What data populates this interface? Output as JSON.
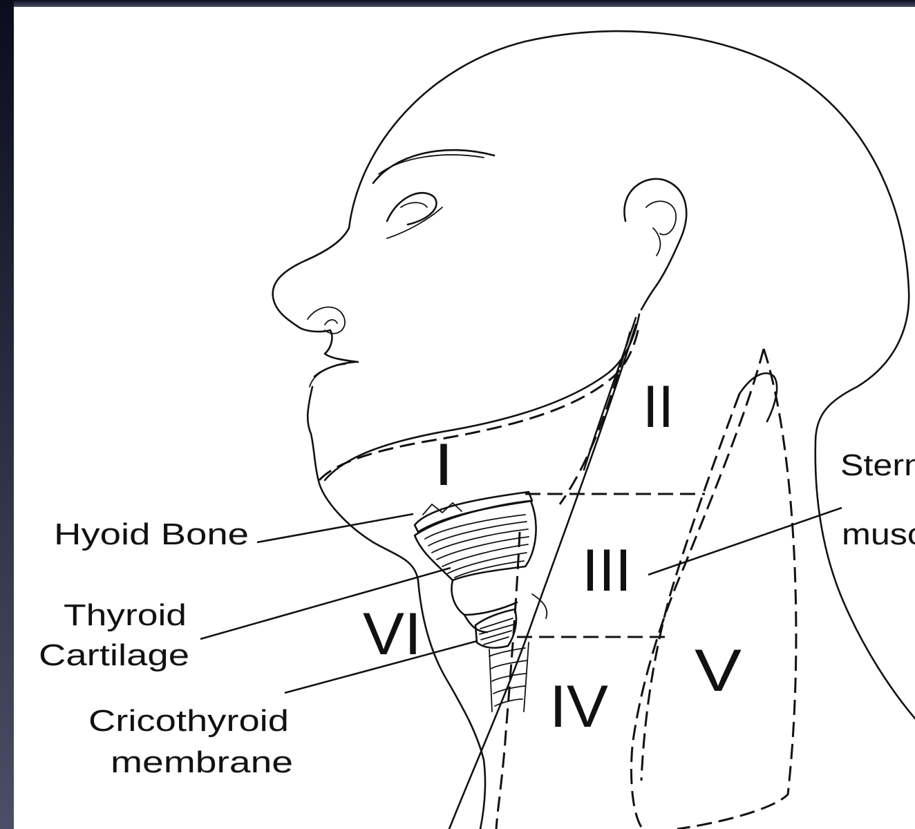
{
  "labels": {
    "hyoid_bone": "Hyoid Bone",
    "thyroid_cartilage_line1": "Thyroid",
    "thyroid_cartilage_line2": "Cartilage",
    "cricothyroid_line1": "Cricothyroid",
    "cricothyroid_line2": "membrane",
    "sternocleidomastoid_line1": "Stern",
    "sternocleidomastoid_line2": "musc"
  },
  "regions": {
    "level_1": "I",
    "level_2": "II",
    "level_3": "III",
    "level_4": "IV",
    "level_5": "V",
    "level_6": "VI"
  },
  "colors": {
    "background": "#ffffff",
    "ink": "#111111",
    "slide_edge_top": "#0b0d1e",
    "slide_edge_bottom": "#4a4e66"
  }
}
